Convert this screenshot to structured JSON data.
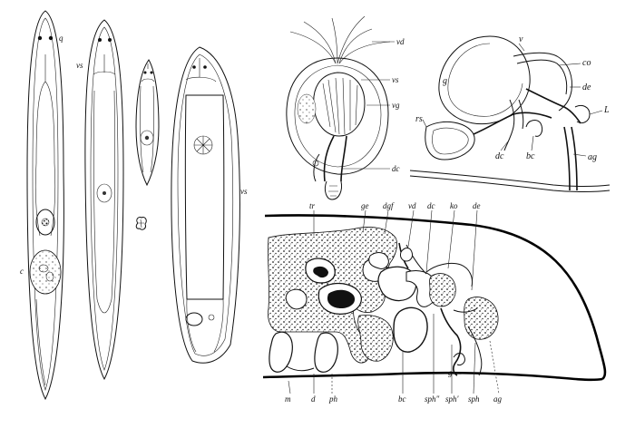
{
  "figure": {
    "panels": [
      {
        "id": "habitus",
        "labels": {
          "top_left": "q",
          "second": "vs",
          "bottom_left": "c",
          "right": "vs"
        }
      },
      {
        "id": "copulatory-organ",
        "labels": {
          "vd": "vd",
          "vs": "vs",
          "vg": "vg",
          "dc": "dc"
        }
      },
      {
        "id": "reproductive-system",
        "labels": {
          "v": "v",
          "g": "g",
          "co": "co",
          "de": "de",
          "L": "L",
          "rs": "rs",
          "dc": "dc",
          "bc": "bc",
          "ag": "ag"
        }
      },
      {
        "id": "sagittal-section",
        "top_labels": [
          "tr",
          "ge",
          "dgf",
          "vd",
          "dc",
          "ko",
          "de"
        ],
        "bottom_labels": [
          "m",
          "d",
          "ph",
          "bc",
          "sph\"",
          "sph'",
          "sph",
          "ag"
        ],
        "mark_g": "g"
      }
    ]
  }
}
